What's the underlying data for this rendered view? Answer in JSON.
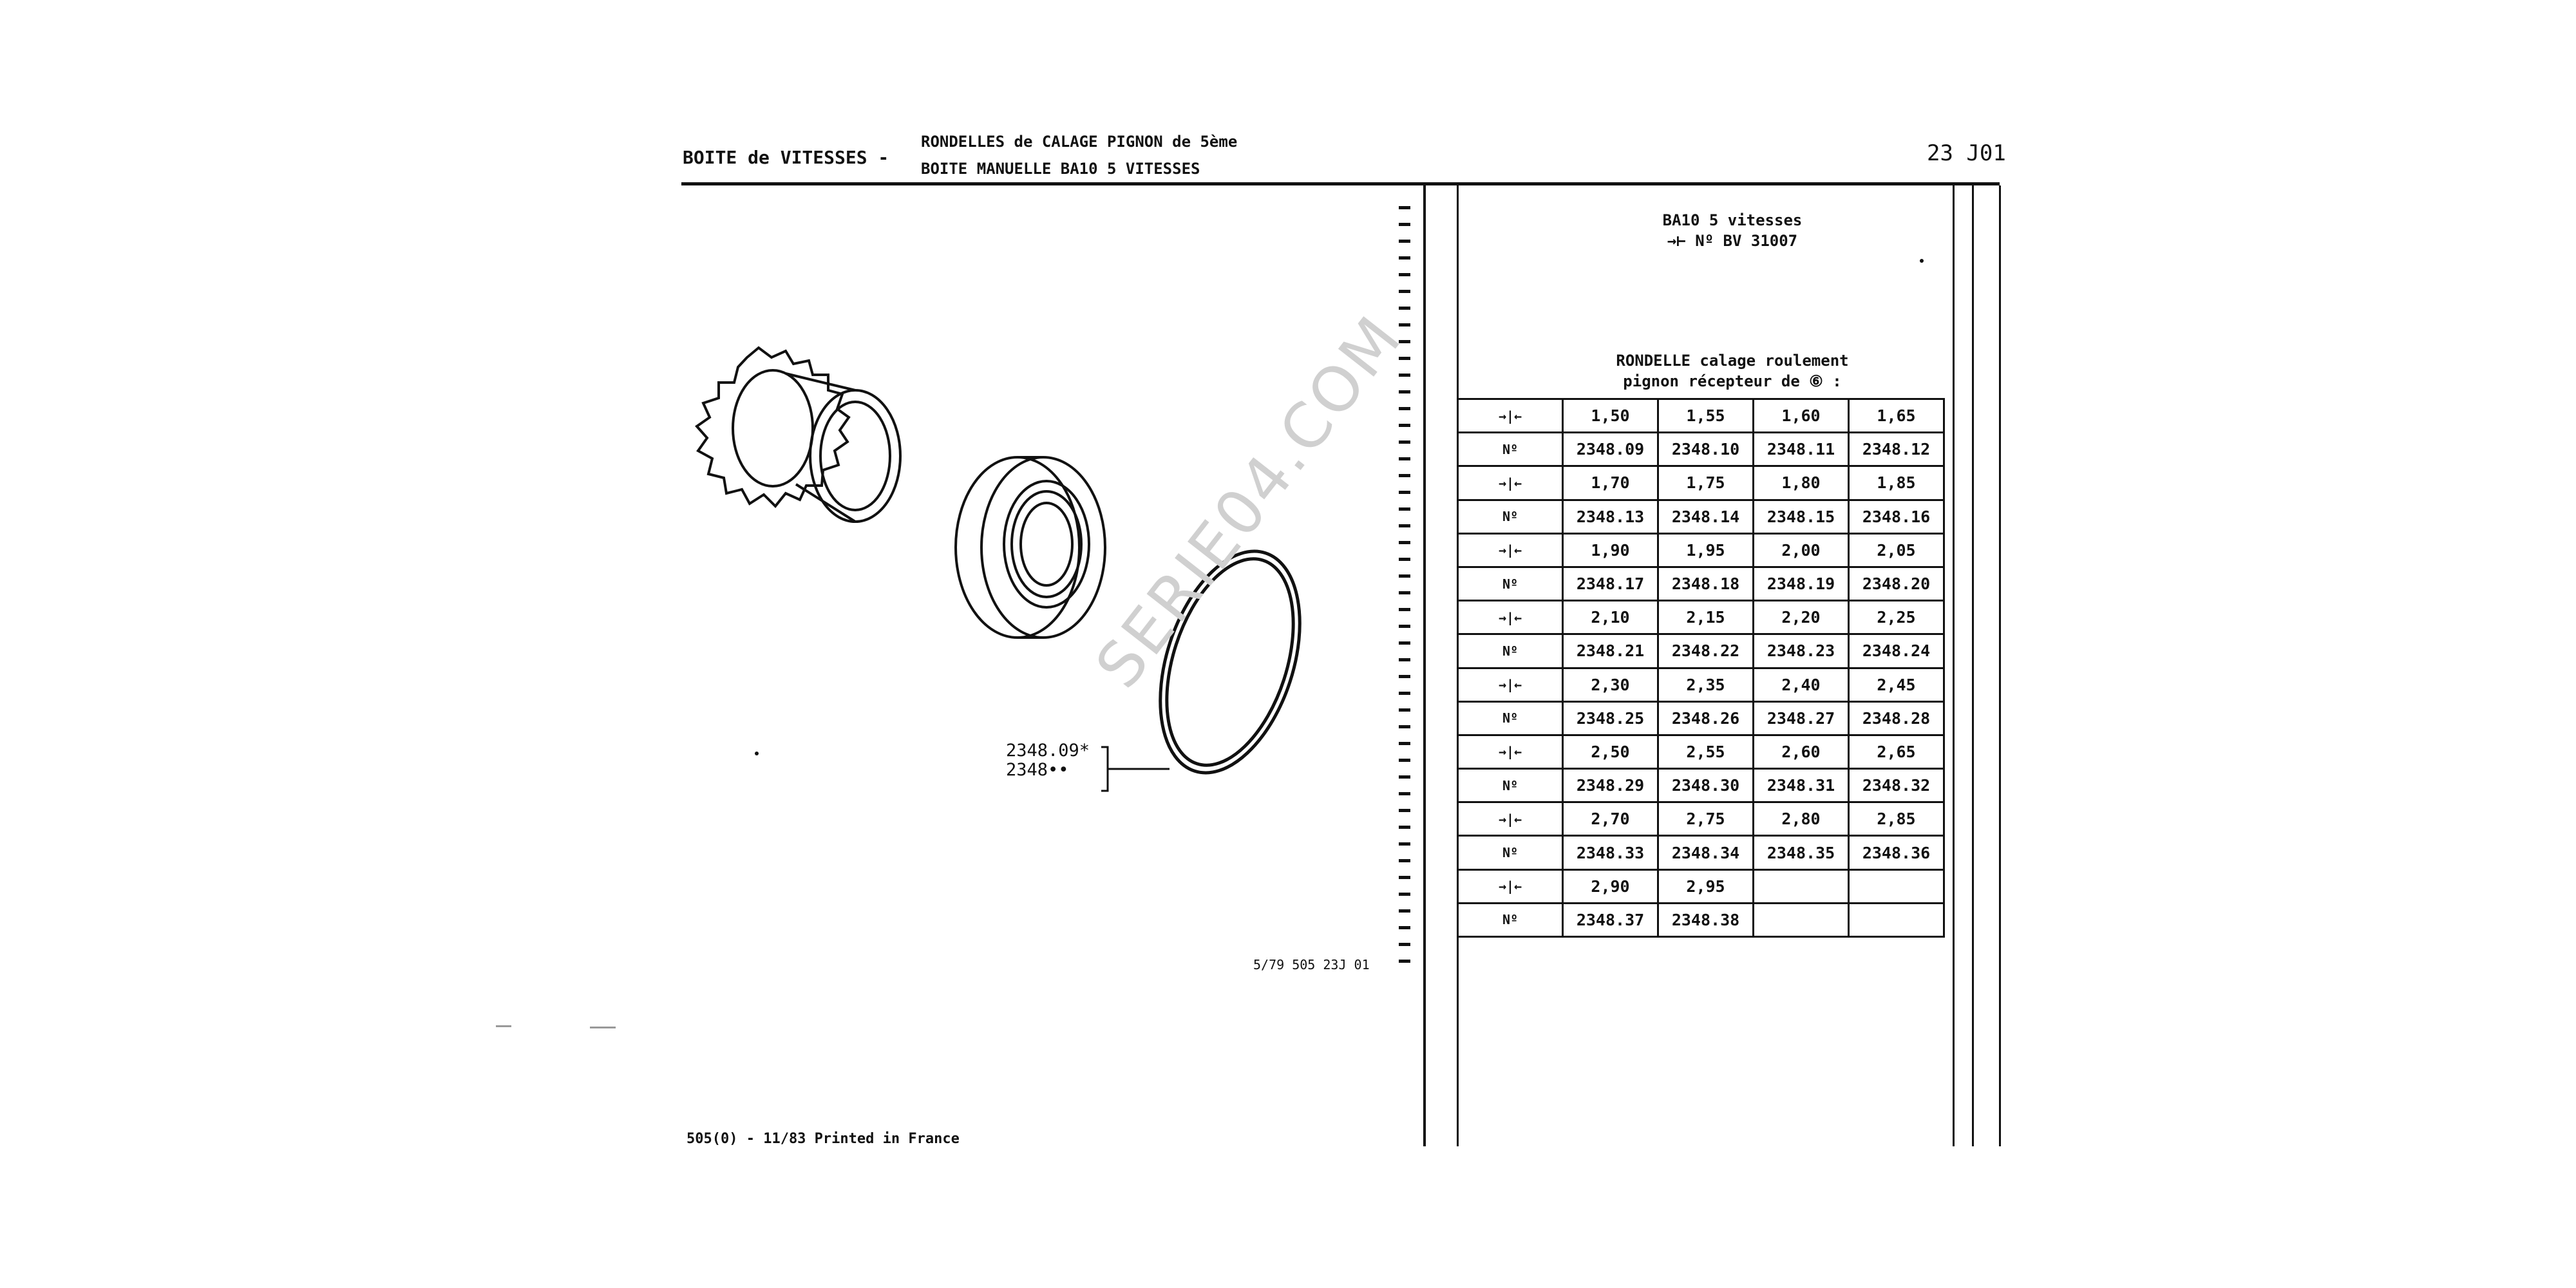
{
  "header": {
    "title": "BOITE de VITESSES -",
    "subtitle_line1": "RONDELLES de CALAGE PIGNON de 5ème",
    "subtitle_line2": "BOITE MANUELLE BA10 5 VITESSES",
    "page_ref": "23 J01"
  },
  "applicability": {
    "line1": "BA10 5 vitesses",
    "line2": "→⊢ Nº BV 31007"
  },
  "table": {
    "title_line1": "RONDELLE calage roulement",
    "title_line2": "pignon récepteur de ⑥ :",
    "thickness_symbol": "→|←",
    "number_symbol": "Nº",
    "rows": [
      {
        "type": "thickness",
        "cells": [
          "1,50",
          "1,55",
          "1,60",
          "1,65"
        ]
      },
      {
        "type": "number",
        "cells": [
          "2348.09",
          "2348.10",
          "2348.11",
          "2348.12"
        ]
      },
      {
        "type": "thickness",
        "cells": [
          "1,70",
          "1,75",
          "1,80",
          "1,85"
        ]
      },
      {
        "type": "number",
        "cells": [
          "2348.13",
          "2348.14",
          "2348.15",
          "2348.16"
        ]
      },
      {
        "type": "thickness",
        "cells": [
          "1,90",
          "1,95",
          "2,00",
          "2,05"
        ]
      },
      {
        "type": "number",
        "cells": [
          "2348.17",
          "2348.18",
          "2348.19",
          "2348.20"
        ]
      },
      {
        "type": "thickness",
        "cells": [
          "2,10",
          "2,15",
          "2,20",
          "2,25"
        ]
      },
      {
        "type": "number",
        "cells": [
          "2348.21",
          "2348.22",
          "2348.23",
          "2348.24"
        ]
      },
      {
        "type": "thickness",
        "cells": [
          "2,30",
          "2,35",
          "2,40",
          "2,45"
        ]
      },
      {
        "type": "number",
        "cells": [
          "2348.25",
          "2348.26",
          "2348.27",
          "2348.28"
        ]
      },
      {
        "type": "thickness",
        "cells": [
          "2,50",
          "2,55",
          "2,60",
          "2,65"
        ]
      },
      {
        "type": "number",
        "cells": [
          "2348.29",
          "2348.30",
          "2348.31",
          "2348.32"
        ]
      },
      {
        "type": "thickness",
        "cells": [
          "2,70",
          "2,75",
          "2,80",
          "2,85"
        ]
      },
      {
        "type": "number",
        "cells": [
          "2348.33",
          "2348.34",
          "2348.35",
          "2348.36"
        ]
      },
      {
        "type": "thickness",
        "cells": [
          "2,90",
          "2,95",
          "",
          ""
        ]
      },
      {
        "type": "number",
        "cells": [
          "2348.37",
          "2348.38",
          "",
          ""
        ]
      }
    ]
  },
  "drawing": {
    "ref_label_1": "2348.09*",
    "ref_label_2": "2348••",
    "caption": "5/79  505  23J 01"
  },
  "footer": "505(0) - 11/83 Printed in France",
  "watermark": "SERIE04.COM"
}
